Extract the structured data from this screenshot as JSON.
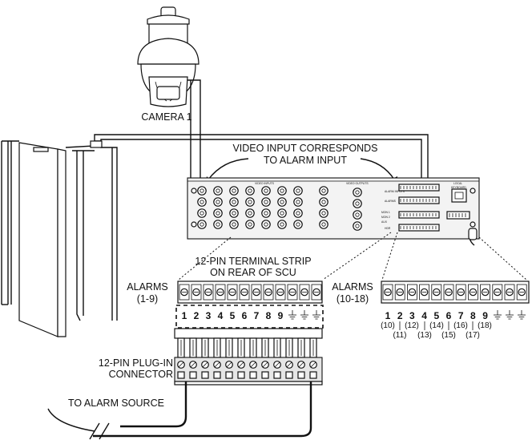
{
  "labels": {
    "camera": "CAMERA 1",
    "video_input_line1": "VIDEO INPUT CORRESPONDS",
    "video_input_line2": "TO ALARM INPUT",
    "terminal_strip_line1": "12-PIN TERMINAL STRIP",
    "terminal_strip_line2": "ON REAR OF SCU",
    "alarms_left_line1": "ALARMS",
    "alarms_left_line2": "(1-9)",
    "alarms_right_line1": "ALARMS",
    "alarms_right_line2": "(10-18)",
    "plugin_line1": "12-PIN PLUG-IN",
    "plugin_line2": "CONNECTOR",
    "alarm_source": "TO ALARM SOURCE"
  },
  "panel": {
    "video_inputs": "VIDEO INPUTS",
    "video_outputs": "VIDEO OUTPUTS",
    "alarm_inputs": "ALARM INPUTS",
    "local": "LOCAL",
    "keyboard": "KEYBOARD",
    "alarms": "ALARMS",
    "mon1": "MON 1",
    "mon2": "MON 2",
    "aux": "AUX",
    "hdr": "HDR"
  },
  "pins_left": [
    "1",
    "2",
    "3",
    "4",
    "5",
    "6",
    "7",
    "8",
    "9"
  ],
  "pins_right": [
    "1",
    "2",
    "3",
    "4",
    "5",
    "6",
    "7",
    "8",
    "9"
  ],
  "right_sub_top": [
    "(10)",
    "(12)",
    "(14)",
    "(16)",
    "(18)"
  ],
  "right_sub_bottom": [
    "(11)",
    "(13)",
    "(15)",
    "(17)"
  ],
  "colors": {
    "line": "#111111",
    "background": "#ffffff",
    "body_fill": "#e6e6e6"
  }
}
